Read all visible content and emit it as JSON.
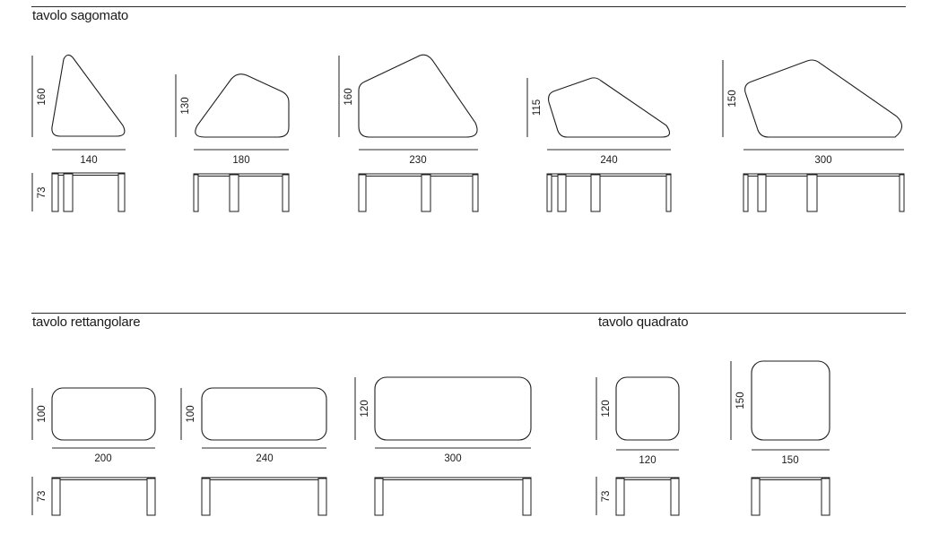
{
  "sections": {
    "sagomato": {
      "title": "tavolo sagomato"
    },
    "rettangolare": {
      "title": "tavolo rettangolare"
    },
    "quadrato": {
      "title": "tavolo quadrato"
    }
  },
  "tables": {
    "sagomato": [
      {
        "depth": "160",
        "width": "140",
        "height": "73"
      },
      {
        "depth": "130",
        "width": "180",
        "height": "73"
      },
      {
        "depth": "160",
        "width": "230",
        "height": "73"
      },
      {
        "depth": "115",
        "width": "240",
        "height": "73"
      },
      {
        "depth": "150",
        "width": "300",
        "height": "73"
      }
    ],
    "rettangolare": [
      {
        "depth": "100",
        "width": "200",
        "height": "73"
      },
      {
        "depth": "100",
        "width": "240",
        "height": "73"
      },
      {
        "depth": "120",
        "width": "300",
        "height": "73"
      }
    ],
    "quadrato": [
      {
        "depth": "120",
        "width": "120",
        "height": "73"
      },
      {
        "depth": "150",
        "width": "150",
        "height": "73"
      }
    ]
  },
  "colors": {
    "line": "#1e1e1e",
    "dimension": "#555555",
    "background": "#ffffff"
  }
}
